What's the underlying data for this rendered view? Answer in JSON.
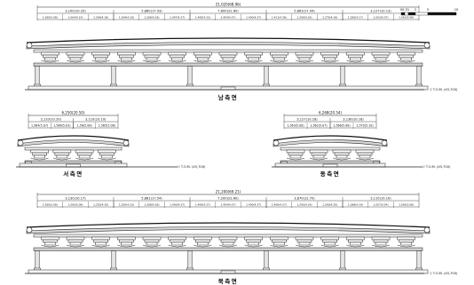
{
  "scale_bar": {
    "labels": [
      "0",
      "0.5",
      "1",
      "2",
      "5",
      "10"
    ]
  },
  "elevations": [
    {
      "id": "south",
      "title": "남측면",
      "overall_dim": "21,020(68.96)",
      "segment_dims": [
        "3,100(10.20)",
        "5,860(17.93)",
        "7,600(22.80)",
        "5,863(17.94)",
        "3,127(10.13)"
      ],
      "bay_dims": [
        "1,565(5.08)",
        "1,564(4.14)",
        "1,268(4.18)",
        "1,264(4.18)",
        "1,268(4.18)",
        "1,407(4.37)",
        "1,400(4.33)",
        "1,404(4.37)",
        "1,400(4.37)",
        "1,411(4.38)",
        "1,268(4.18)",
        "1,276(4.18)",
        "1,285(4.17)",
        "1,563(5.07)",
        "1,563(5.06)"
      ],
      "ground_label": "▽ T.O.M. (45,700)"
    },
    {
      "id": "west",
      "title": "서측면",
      "overall_dim": "6,250(20.50)",
      "segment_dims": [
        "3,110(10.20)",
        "3,110(10.10)"
      ],
      "bay_dims": [
        "1,564(5.07)",
        "1,566(5.03)",
        "1,56(5.08)",
        "1,565(5.08)"
      ],
      "ground_label": "▽ T.O.M. (45,700)"
    },
    {
      "id": "east",
      "title": "동측면",
      "overall_dim": "6,268(20.54)",
      "segment_dims": [
        "3,127(10.18)",
        "3,136(10.16)"
      ],
      "bay_dims": [
        "1,563(5.08)",
        "1,562(5.07)",
        "1,566(5.08)",
        "1,570(5.10)"
      ],
      "ground_label": "▽ T.O.M. (45,700)"
    },
    {
      "id": "north",
      "title": "북측면",
      "overall_dim": "21,200(69.21)",
      "segment_dims": [
        "3,130(10.17)",
        "5,881(17.54)",
        "7,200(22.60)",
        "3,870(12.70)",
        "3,110(10.10)"
      ],
      "bay_dims": [
        "1,565(5.08)",
        "1,565(5.08)",
        "1,250(4.30)",
        "1,250(4.10)",
        "1,288(4.18)",
        "1,400(4.37)",
        "1,400(4.37)",
        "1,404(4.37)",
        "1,400(4.37)",
        "1,400(4.37)",
        "1,290(4.19)",
        "1,290(4.20)",
        "1,288(4.19)",
        "1,557(5.04)",
        "1,565(5.08)"
      ],
      "ground_label": "▽ T.O.M. (45,700)"
    }
  ]
}
